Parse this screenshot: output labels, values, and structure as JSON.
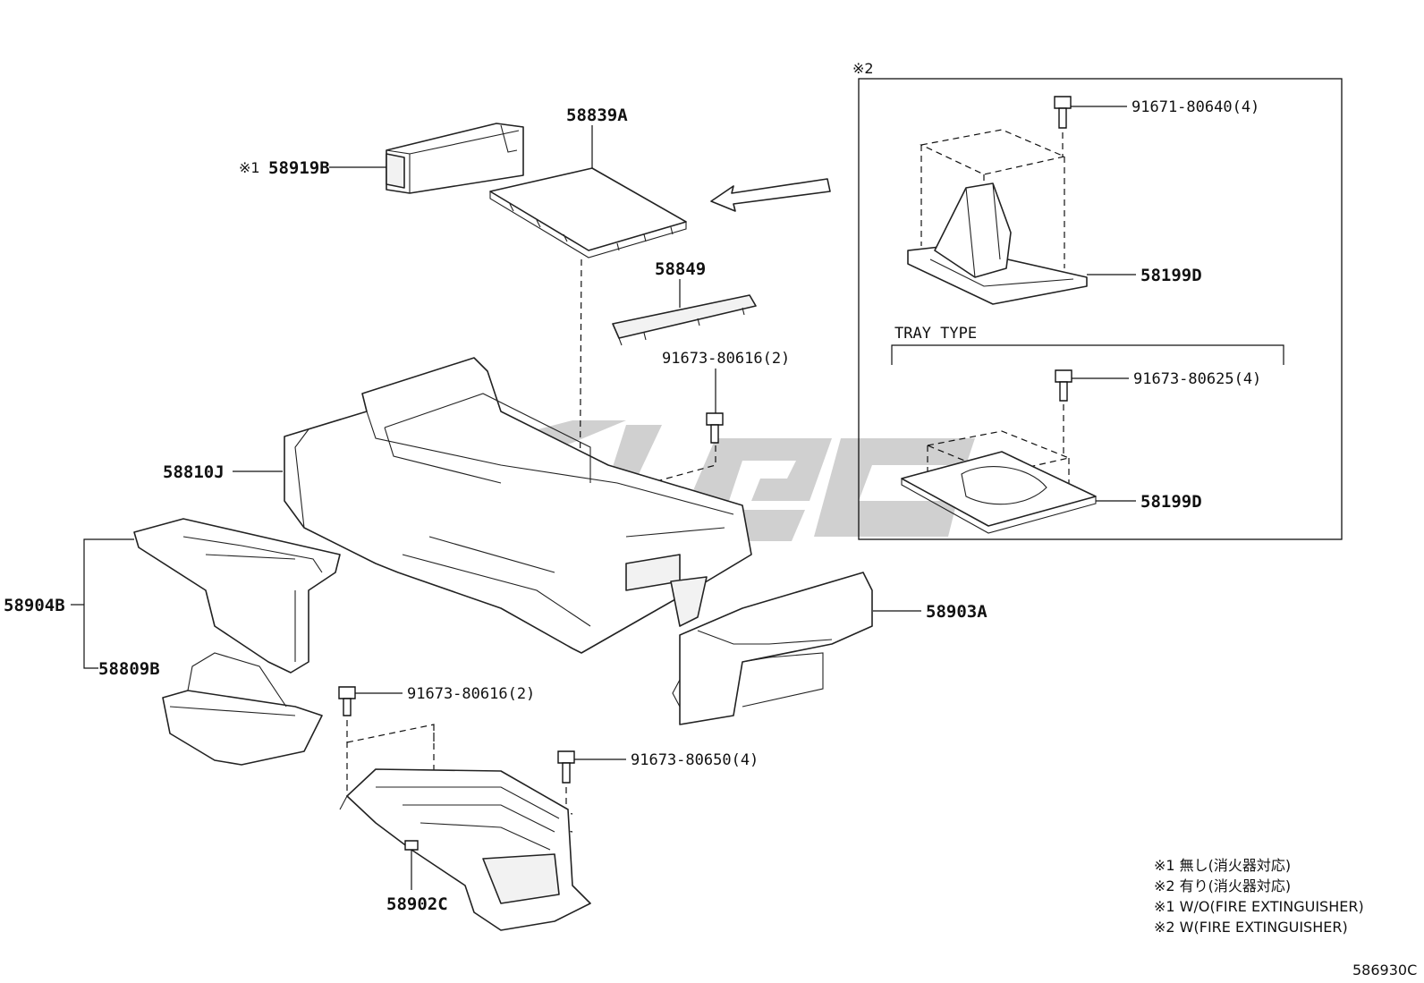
{
  "parts": {
    "p58839A": "58839A",
    "p58919B": "58919B",
    "p58919B_mark": "※1",
    "p58849": "58849",
    "p58810J": "58810J",
    "p58904B": "58904B",
    "p58809B": "58809B",
    "p58903A": "58903A",
    "p58902C": "58902C",
    "bolt_80616_upper": "91673-80616(2)",
    "bolt_80616_lower": "91673-80616(2)",
    "bolt_80650": "91673-80650(4)"
  },
  "inset": {
    "mark": "※2",
    "bolt_80640": "91671-80640(4)",
    "bracket_upper": "58199D",
    "tray_type_label": "TRAY TYPE",
    "bolt_80625": "91673-80625(4)",
    "bracket_lower": "58199D"
  },
  "notes": [
    "※1  無し(消火器対応)",
    "※2  有り(消火器対応)",
    "※1 W/O(FIRE EXTINGUISHER)",
    "※2 W(FIRE EXTINGUISHER)"
  ],
  "diagram_code": "586930C",
  "watermark_color": "#c8c8c8"
}
